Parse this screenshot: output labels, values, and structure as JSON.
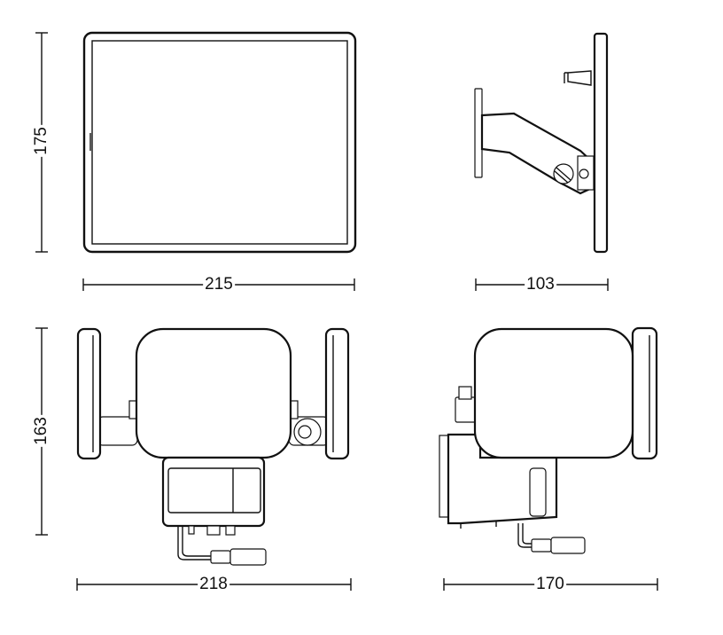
{
  "dimensions": {
    "front_panel_height": "175",
    "front_panel_width": "215",
    "side_panel_depth": "103",
    "front_unit_height": "163",
    "front_unit_width": "218",
    "side_unit_depth": "170"
  }
}
